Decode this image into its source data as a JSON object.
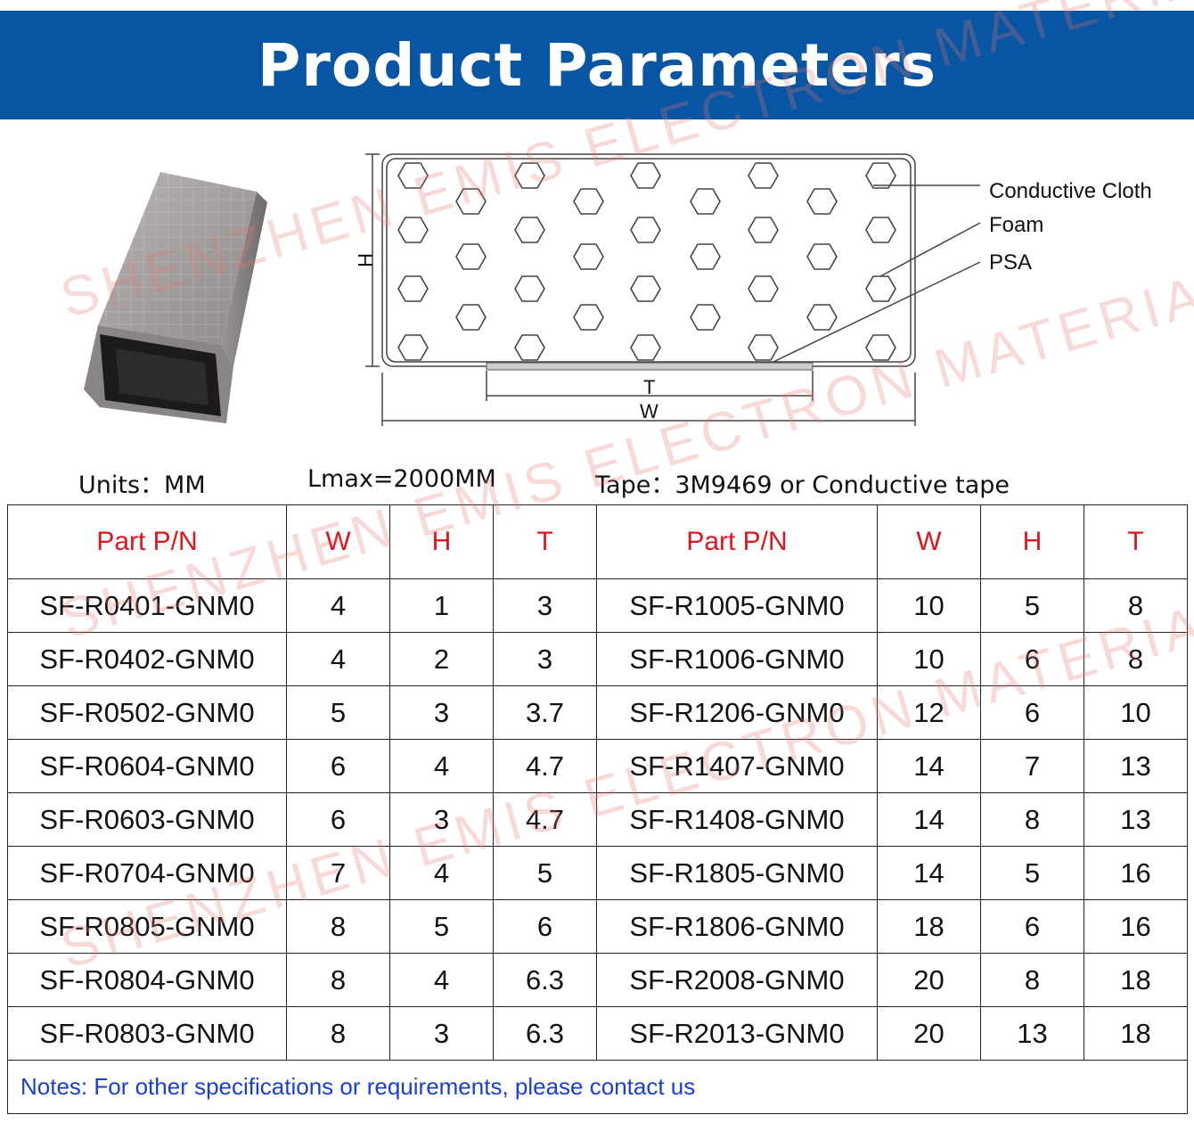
{
  "header": {
    "title": "Product Parameters"
  },
  "diagram": {
    "labels": {
      "cloth": "Conductive Cloth",
      "foam": "Foam",
      "psa": "PSA"
    },
    "dims": {
      "h": "H",
      "t": "T",
      "w": "W"
    }
  },
  "specs": {
    "units": "Units：MM",
    "lmax": "Lmax=2000MM",
    "tape": "Tape：3M9469 or Conductive tape"
  },
  "table": {
    "headers": [
      "Part P/N",
      "W",
      "H",
      "T",
      "Part P/N",
      "W",
      "H",
      "T"
    ],
    "rows": [
      [
        "SF-R0401-GNM0",
        "4",
        "1",
        "3",
        "SF-R1005-GNM0",
        "10",
        "5",
        "8"
      ],
      [
        "SF-R0402-GNM0",
        "4",
        "2",
        "3",
        "SF-R1006-GNM0",
        "10",
        "6",
        "8"
      ],
      [
        "SF-R0502-GNM0",
        "5",
        "3",
        "3.7",
        "SF-R1206-GNM0",
        "12",
        "6",
        "10"
      ],
      [
        "SF-R0604-GNM0",
        "6",
        "4",
        "4.7",
        "SF-R1407-GNM0",
        "14",
        "7",
        "13"
      ],
      [
        "SF-R0603-GNM0",
        "6",
        "3",
        "4.7",
        "SF-R1408-GNM0",
        "14",
        "8",
        "13"
      ],
      [
        "SF-R0704-GNM0",
        "7",
        "4",
        "5",
        "SF-R1805-GNM0",
        "14",
        "5",
        "16"
      ],
      [
        "SF-R0805-GNM0",
        "8",
        "5",
        "6",
        "SF-R1806-GNM0",
        "18",
        "6",
        "16"
      ],
      [
        "SF-R0804-GNM0",
        "8",
        "4",
        "6.3",
        "SF-R2008-GNM0",
        "20",
        "8",
        "18"
      ],
      [
        "SF-R0803-GNM0",
        "8",
        "3",
        "6.3",
        "SF-R2013-GNM0",
        "20",
        "13",
        "18"
      ]
    ],
    "notes": "Notes: For other specifications or requirements, please contact us"
  },
  "watermark": {
    "text": "SHENZHEN EMIS ELECTRON MATERIALS LTD. CO"
  },
  "colors": {
    "banner": "#0755a3",
    "header_text": "#e0141a",
    "notes_text": "#1a3fcf"
  }
}
